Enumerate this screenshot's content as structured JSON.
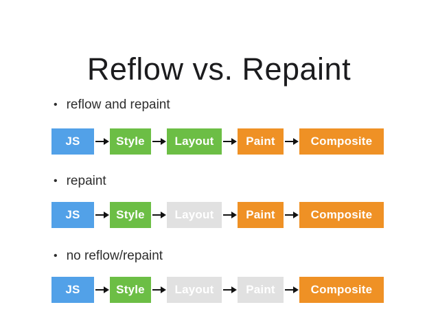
{
  "slide": {
    "title": "Reflow vs. Repaint",
    "bullet_glyph": "•",
    "colors": {
      "js": "#52A1E8",
      "green": "#6CBE45",
      "orange": "#EF9125",
      "inactive": "#E1E1E1",
      "arrow": "#121212",
      "stage_text": "#FFFFFF",
      "body_text": "#2D2D2D",
      "title_text": "#1C1C1E"
    },
    "rows": [
      {
        "bullet": "reflow and repaint",
        "stages": [
          {
            "label": "JS",
            "state": "js"
          },
          {
            "label": "Style",
            "state": "green"
          },
          {
            "label": "Layout",
            "state": "green"
          },
          {
            "label": "Paint",
            "state": "orange"
          },
          {
            "label": "Composite",
            "state": "orange"
          }
        ]
      },
      {
        "bullet": "repaint",
        "stages": [
          {
            "label": "JS",
            "state": "js"
          },
          {
            "label": "Style",
            "state": "green"
          },
          {
            "label": "Layout",
            "state": "inactive"
          },
          {
            "label": "Paint",
            "state": "orange"
          },
          {
            "label": "Composite",
            "state": "orange"
          }
        ]
      },
      {
        "bullet": "no reflow/repaint",
        "stages": [
          {
            "label": "JS",
            "state": "js"
          },
          {
            "label": "Style",
            "state": "green"
          },
          {
            "label": "Layout",
            "state": "inactive"
          },
          {
            "label": "Paint",
            "state": "inactive"
          },
          {
            "label": "Composite",
            "state": "orange"
          }
        ]
      }
    ]
  }
}
